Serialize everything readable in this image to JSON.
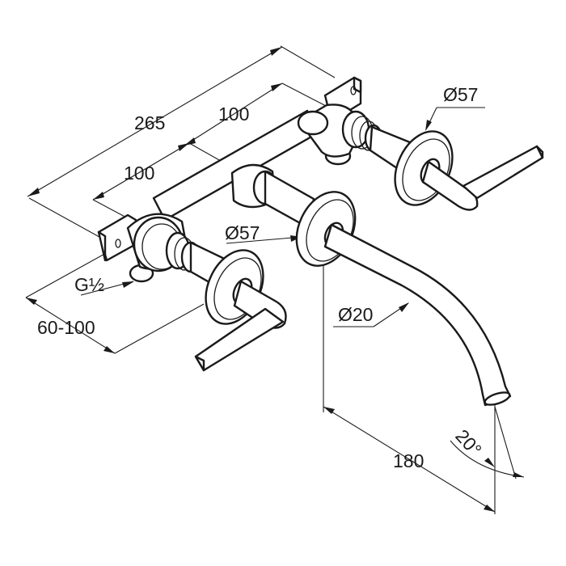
{
  "dimensions": {
    "overall_width": "265",
    "valve_spacing_rear": "100",
    "valve_spacing_front": "100",
    "rosette_diameter_right": "Ø57",
    "rosette_diameter_center": "Ø57",
    "connection_thread": "G½",
    "wall_depth": "60-100",
    "spout_diameter": "Ø20",
    "spout_projection": "180",
    "spout_angle": "20°"
  },
  "colors": {
    "line": "#1a1a1a",
    "background": "#ffffff"
  }
}
